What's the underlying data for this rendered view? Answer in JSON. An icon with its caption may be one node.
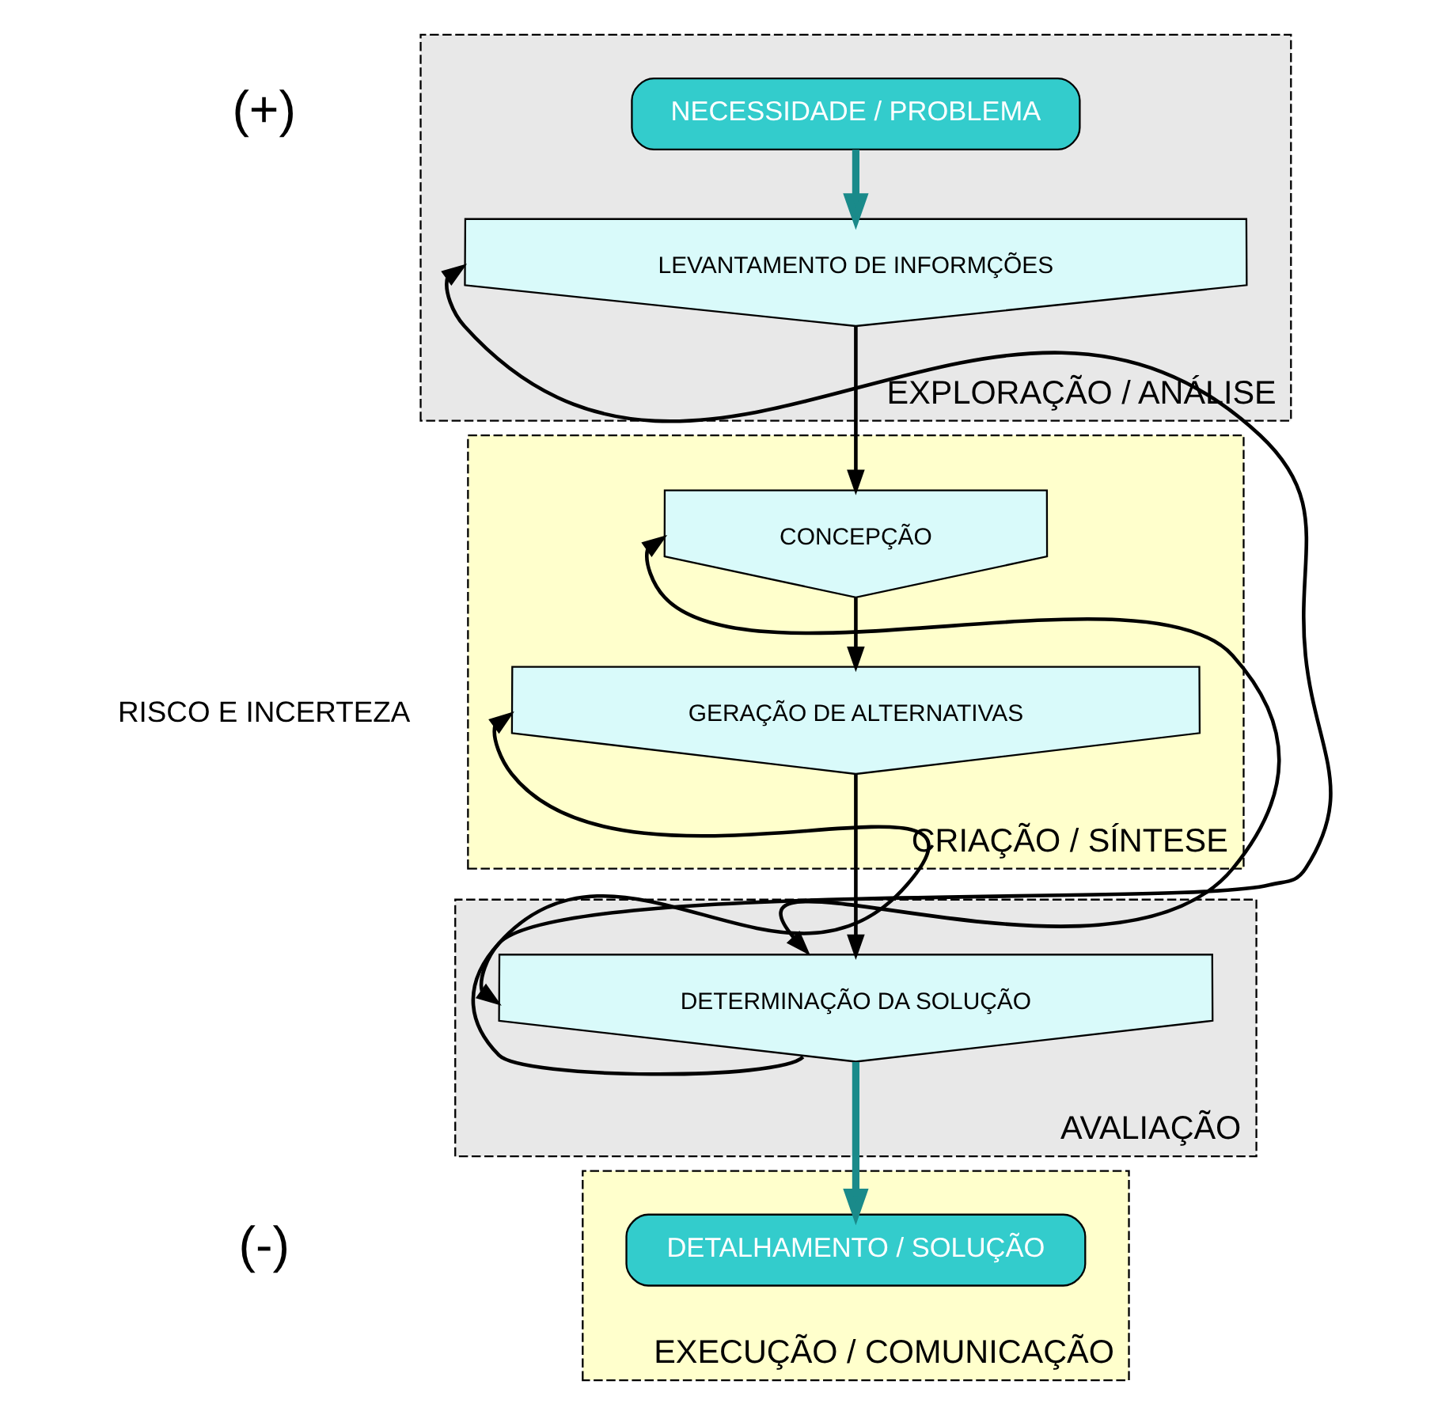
{
  "diagram": {
    "nodes": [
      {
        "text": [
          "EXPLORAÇÃO / ANÁLISE"
        ]
      },
      {
        "text": [
          "NECESSIDADE / PROBLEMA"
        ],
        "in": 0
      },
      {
        "text": [
          "LEVANTAMENTO DE INFORMÇÕES"
        ],
        "in": 0
      },
      {
        "text": [
          "CRIAÇÃO / SÍNTESE"
        ]
      },
      {
        "text": [
          "CONCEPÇÃO"
        ],
        "in": 3
      },
      {
        "text": [
          "GERAÇÃO DE ALTERNATIVAS"
        ],
        "in": 3
      },
      {
        "text": [
          "AVALIAÇÃO"
        ]
      },
      {
        "text": [
          "DETERMINAÇÃO DA SOLUÇÃO"
        ],
        "in": 6
      },
      {
        "text": [
          "EXECUÇÃO / COMUNICAÇÃO"
        ]
      },
      {
        "text": [
          "DETALHAMENTO / SOLUÇÃO"
        ],
        "in": 8
      }
    ],
    "edges": [
      {
        "from": 1,
        "to": 2,
        "arrow": "to",
        "style": "thick",
        "color": "#1a8a8a"
      },
      {
        "from": 2,
        "to": 4,
        "arrow": "to"
      },
      {
        "from": 4,
        "to": 5,
        "arrow": "to"
      },
      {
        "from": 5,
        "to": 7,
        "arrow": "to"
      },
      {
        "from": 7,
        "to": 9,
        "arrow": "to",
        "style": "thick",
        "color": "#1a8a8a"
      },
      {
        "from": 7,
        "to": 2,
        "arrow": "to"
      },
      {
        "from": 7,
        "to": 4,
        "arrow": "both"
      },
      {
        "from": 7,
        "to": 5,
        "arrow": "both"
      }
    ],
    "labels": [
      "(+)",
      "RISCO E INCERTEZA",
      "(-)"
    ]
  }
}
